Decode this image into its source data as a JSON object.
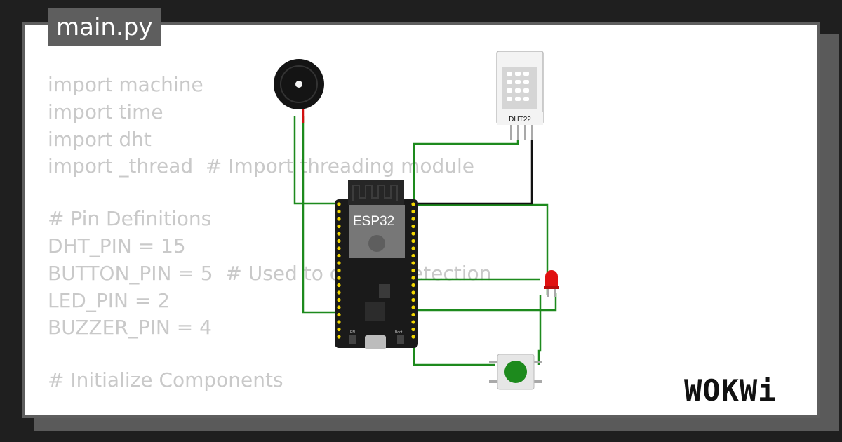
{
  "header": {
    "filename": "main.py"
  },
  "code_lines": [
    "import machine",
    "import time",
    "import dht",
    "import _thread  # Import threading module",
    "",
    "# Pin Definitions",
    "DHT_PIN = 15",
    "BUTTON_PIN = 5  # Used to detect detection",
    "LED_PIN = 2",
    "BUZZER_PIN = 4",
    "",
    "# Initialize Components"
  ],
  "components": {
    "mcu_label": "ESP32",
    "sensor_label": "DHT22",
    "en_label": "EN",
    "boot_label": "Boot"
  },
  "brand": {
    "logo_text": "WOKWi"
  },
  "colors": {
    "wire": "#1d8a1d",
    "led": "#e01010",
    "button": "#1d8a1d",
    "board": "#1a1a1a",
    "pin": "#f2d600"
  }
}
